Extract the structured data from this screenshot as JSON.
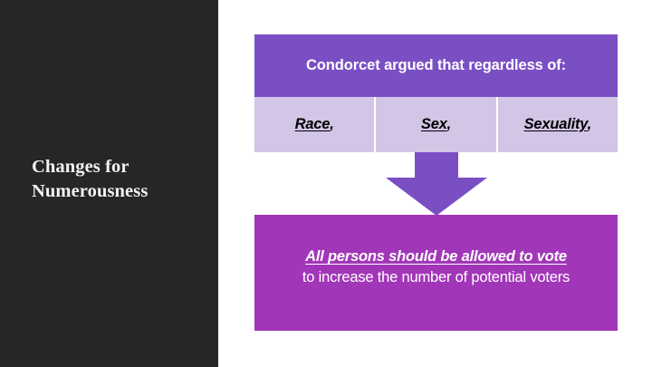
{
  "slide": {
    "title": "Changes for\nNumerousness",
    "background_color": "#ffffff",
    "sidebar_color": "#262626"
  },
  "diagram": {
    "header": {
      "text": "Condorcet argued that regardless of:",
      "bg_color": "#7A4FC4",
      "text_color": "#ffffff"
    },
    "criteria_cells": [
      {
        "word": "Race",
        "punctuation": ","
      },
      {
        "word": "Sex",
        "punctuation": ","
      },
      {
        "word": "Sexuality",
        "punctuation": ","
      }
    ],
    "criteria_cell_color": "#D2C5E6",
    "arrow": {
      "name": "down-arrow",
      "color": "#7A4FC4",
      "direction": "down"
    },
    "conclusion": {
      "emphasis_line": "All persons should be allowed to vote",
      "rest_text": "to increase the number of potential voters",
      "bg_color": "#A236B8",
      "text_color": "#ffffff"
    }
  }
}
